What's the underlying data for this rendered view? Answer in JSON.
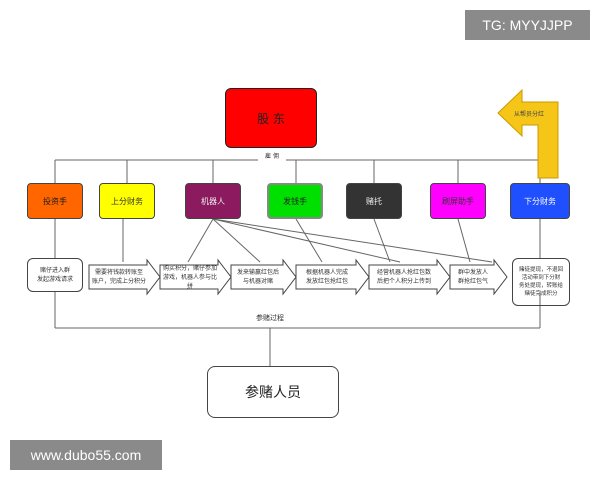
{
  "watermark_top": "TG: MYYJJPP",
  "watermark_bottom": "www.dubo55.com",
  "top_box": {
    "label": "股 东",
    "color": "#ff0000"
  },
  "edge_label": "雇 佣",
  "corner_arrow": {
    "label": "从帮员分红",
    "color": "#f5c518"
  },
  "roles": [
    {
      "label": "投资手",
      "color": "#ff6600"
    },
    {
      "label": "上分财务",
      "color": "#ffff00"
    },
    {
      "label": "机器人",
      "color": "#8b1a5e"
    },
    {
      "label": "发钱手",
      "color": "#00e000"
    },
    {
      "label": "赌托",
      "color": "#333333"
    },
    {
      "label": "刷屏助手",
      "color": "#ff00ff"
    },
    {
      "label": "下分财务",
      "color": "#1f4fff"
    }
  ],
  "steps": [
    "赌仔进入群\n发起游戏请求",
    "需要将钱款转账至\n账户，完成上分积分",
    "购买积分，赌仔参加\n游戏，机器人参与比拼",
    "发来输赢红包后\n与机器对赌",
    "根据机器人完成\n发放红包抢红包",
    "经营机器人抢红包数\n后把个人积分上传到",
    "群中发放人\n群抢红包气",
    "赌徒提现，不退回\n活动带到下分财\n务处提现，转账给\n赌徒完成积分"
  ],
  "process_label": "参赌过程",
  "bottom_box": {
    "label": "参赌人员"
  }
}
